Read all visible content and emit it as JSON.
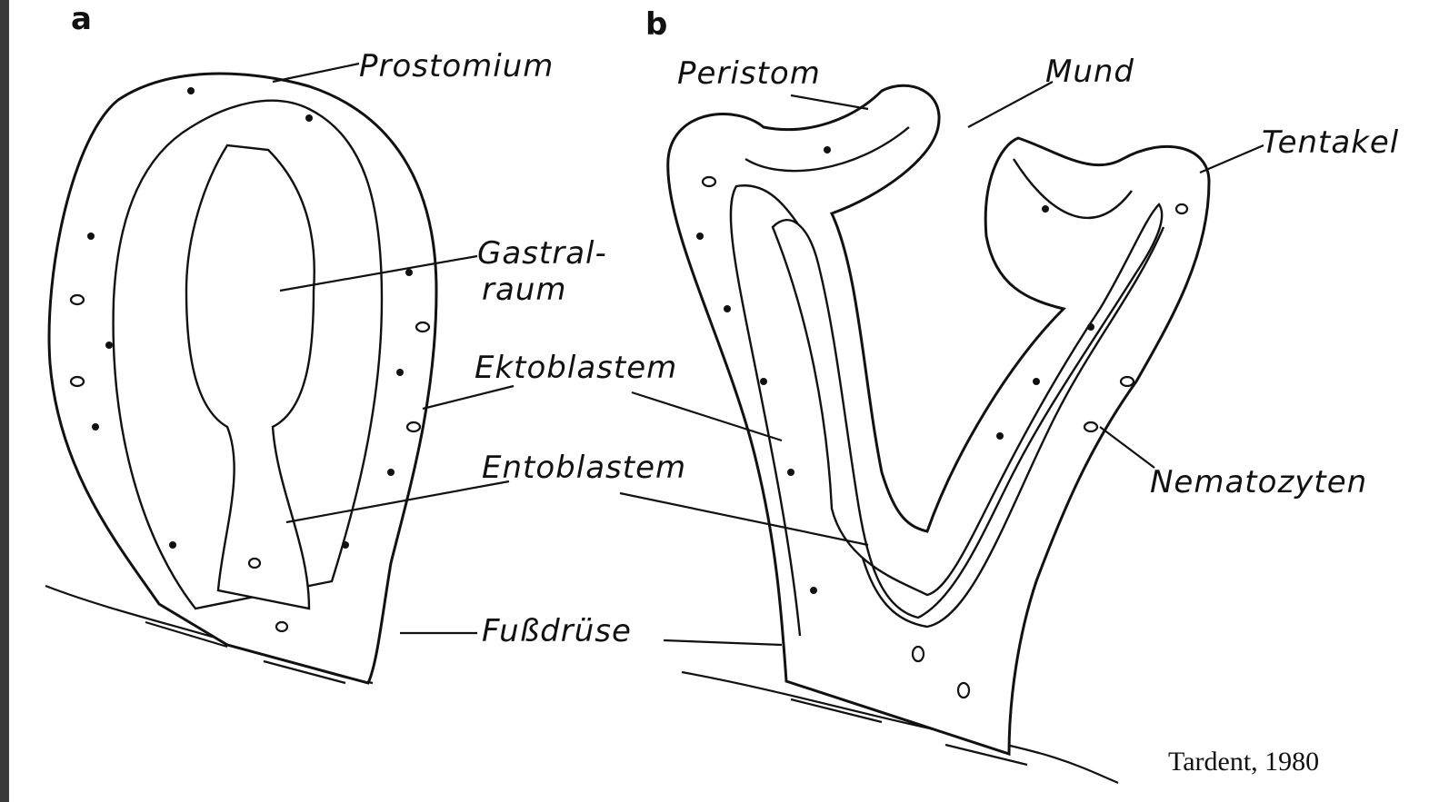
{
  "panels": {
    "a": "a",
    "b": "b"
  },
  "labels": {
    "prostomium": "Prostomium",
    "gastral_1": "Gastral-",
    "gastral_2": "raum",
    "ektoblastem": "Ektoblastem",
    "entoblastem": "Entoblastem",
    "fussdruse": "Fußdrüse",
    "peristom": "Peristom",
    "mund": "Mund",
    "tentakel": "Tentakel",
    "nematozyten": "Nematozyten"
  },
  "credit": "Tardent, 1980",
  "colors": {
    "background": "#ffffff",
    "ink": "#111111",
    "frame": "#3a3a3a"
  }
}
